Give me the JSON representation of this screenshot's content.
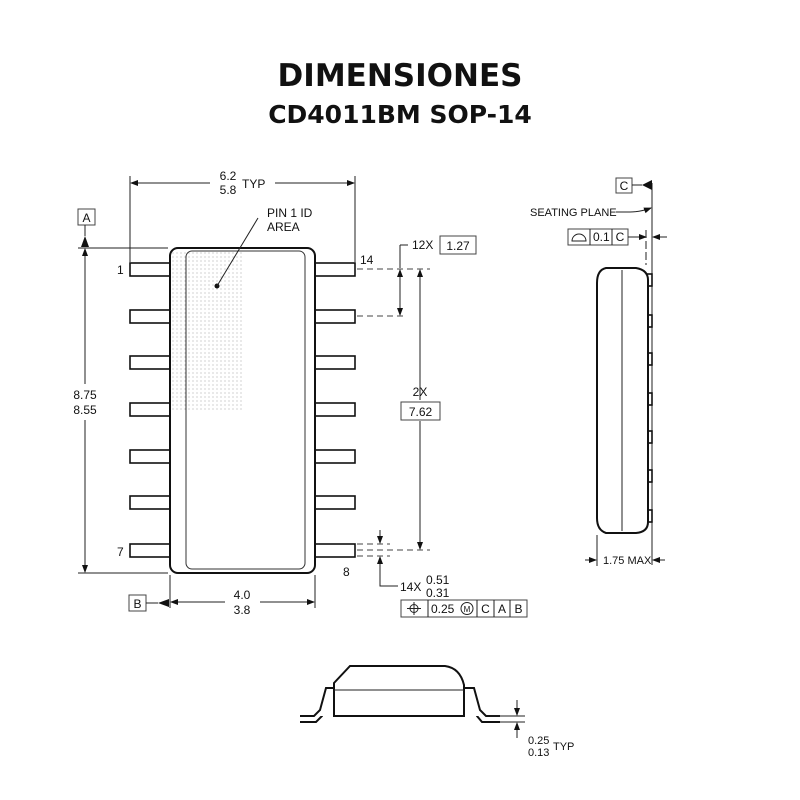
{
  "title": "DIMENSIONES",
  "subtitle": "CD4011BM SOP-14",
  "top_view": {
    "width_max": "6.2",
    "width_min": "5.8",
    "width_typ": "TYP",
    "pin1_label_1": "PIN 1 ID",
    "pin1_label_2": "AREA",
    "datum_a": "A",
    "datum_b": "B",
    "length_max": "8.75",
    "length_min": "8.55",
    "body_max": "4.0",
    "body_min": "3.8",
    "pin_1": "1",
    "pin_7": "7",
    "pin_8": "8",
    "pin_14": "14",
    "pitch_count": "12X",
    "pitch": "1.27",
    "span_count": "2X",
    "span": "7.62",
    "lead_count": "14X",
    "lead_max": "0.51",
    "lead_min": "0.31",
    "fcf_tol": "0.25",
    "fcf_mod": "M",
    "fcf_c": "C",
    "fcf_a": "A",
    "fcf_b": "B"
  },
  "side_view": {
    "datum_c": "C",
    "seating_plane": "SEATING PLANE",
    "flatness": "0.1",
    "flatness_ref": "C",
    "height": "1.75 MAX"
  },
  "end_view": {
    "thick_max": "0.25",
    "thick_min": "0.13",
    "typ": "TYP"
  }
}
